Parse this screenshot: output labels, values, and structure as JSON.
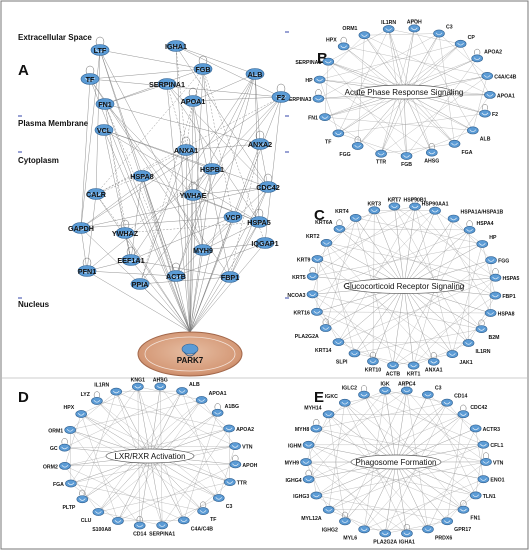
{
  "figure": {
    "panels": [
      {
        "letter": "A",
        "regions": [
          "Extracellular Space",
          "Plasma Membrane",
          "Cytoplasm",
          "Nucleus"
        ],
        "hub": "PARK7",
        "nodes": [
          "LTF",
          "IGHA1",
          "FGB",
          "ALB",
          "TF",
          "SERPINA1",
          "F2",
          "FN1",
          "APOA1",
          "VCL",
          "ANXA1",
          "HSPB1",
          "ANXA2",
          "HSPA8",
          "CDC42",
          "CALR",
          "YWHAE",
          "VCP",
          "HSPA5",
          "GAPDH",
          "YWHAZ",
          "IQGAP1",
          "EEF1A1",
          "MYH9",
          "PFN1",
          "PPIA",
          "ACTB",
          "FBP1"
        ]
      },
      {
        "letter": "B",
        "hub": "Acute Phase Response Signaling",
        "nodes": [
          "APOH",
          "C3",
          "CP",
          "APOA2",
          "C4A/C4B",
          "APOA1",
          "F2",
          "ALB",
          "FGA",
          "AHSG",
          "FGB",
          "TTR",
          "FGG",
          "TF",
          "FN1",
          "SERPINA3",
          "HP",
          "SERPINA1",
          "HPX",
          "ORM1",
          "IL1RN"
        ]
      },
      {
        "letter": "C",
        "hub": "Glucocorticoid Receptor Signaling",
        "nodes": [
          "HSP90B1",
          "HSP90AA1",
          "HSPA1A/HSPA1B",
          "HSPA4",
          "HP",
          "FGG",
          "HSPA5",
          "FBP1",
          "HSPA8",
          "B2M",
          "IL1RN",
          "JAK1",
          "ANXA1",
          "KRT1",
          "ACTB",
          "KRT10",
          "SLPI",
          "KRT14",
          "PLA2G2A",
          "KRT16",
          "NCOA3",
          "KRT5",
          "KRT9",
          "KRT2",
          "KRT6A",
          "KRT4",
          "KRT3",
          "KRT7"
        ]
      },
      {
        "letter": "D",
        "hub": "LXR/RXR Activation",
        "nodes": [
          "AHSG",
          "ALB",
          "APOA1",
          "A1BG",
          "APOA2",
          "VTN",
          "APOH",
          "TTR",
          "C3",
          "TF",
          "C4A/C4B",
          "SERPINA1",
          "CD14",
          "S100A8",
          "CLU",
          "PLTP",
          "FGA",
          "ORM2",
          "GC",
          "ORM1",
          "HPX",
          "LYZ",
          "IL1RN",
          "KNG1"
        ]
      },
      {
        "letter": "E",
        "hub": "Phagosome Formation",
        "nodes": [
          "ARPC4",
          "C3",
          "CD14",
          "CDC42",
          "ACTR3",
          "CFL1",
          "VTN",
          "ENO1",
          "TLN1",
          "FN1",
          "GPR17",
          "PRDX6",
          "IGHA1",
          "PLA2G2A",
          "MYL6",
          "IGHG2",
          "MYL12A",
          "IGHG3",
          "IGHG4",
          "MYH9",
          "IGHM",
          "MYH8",
          "MYH14",
          "IGKC",
          "IGLC2",
          "IGK"
        ]
      }
    ]
  }
}
